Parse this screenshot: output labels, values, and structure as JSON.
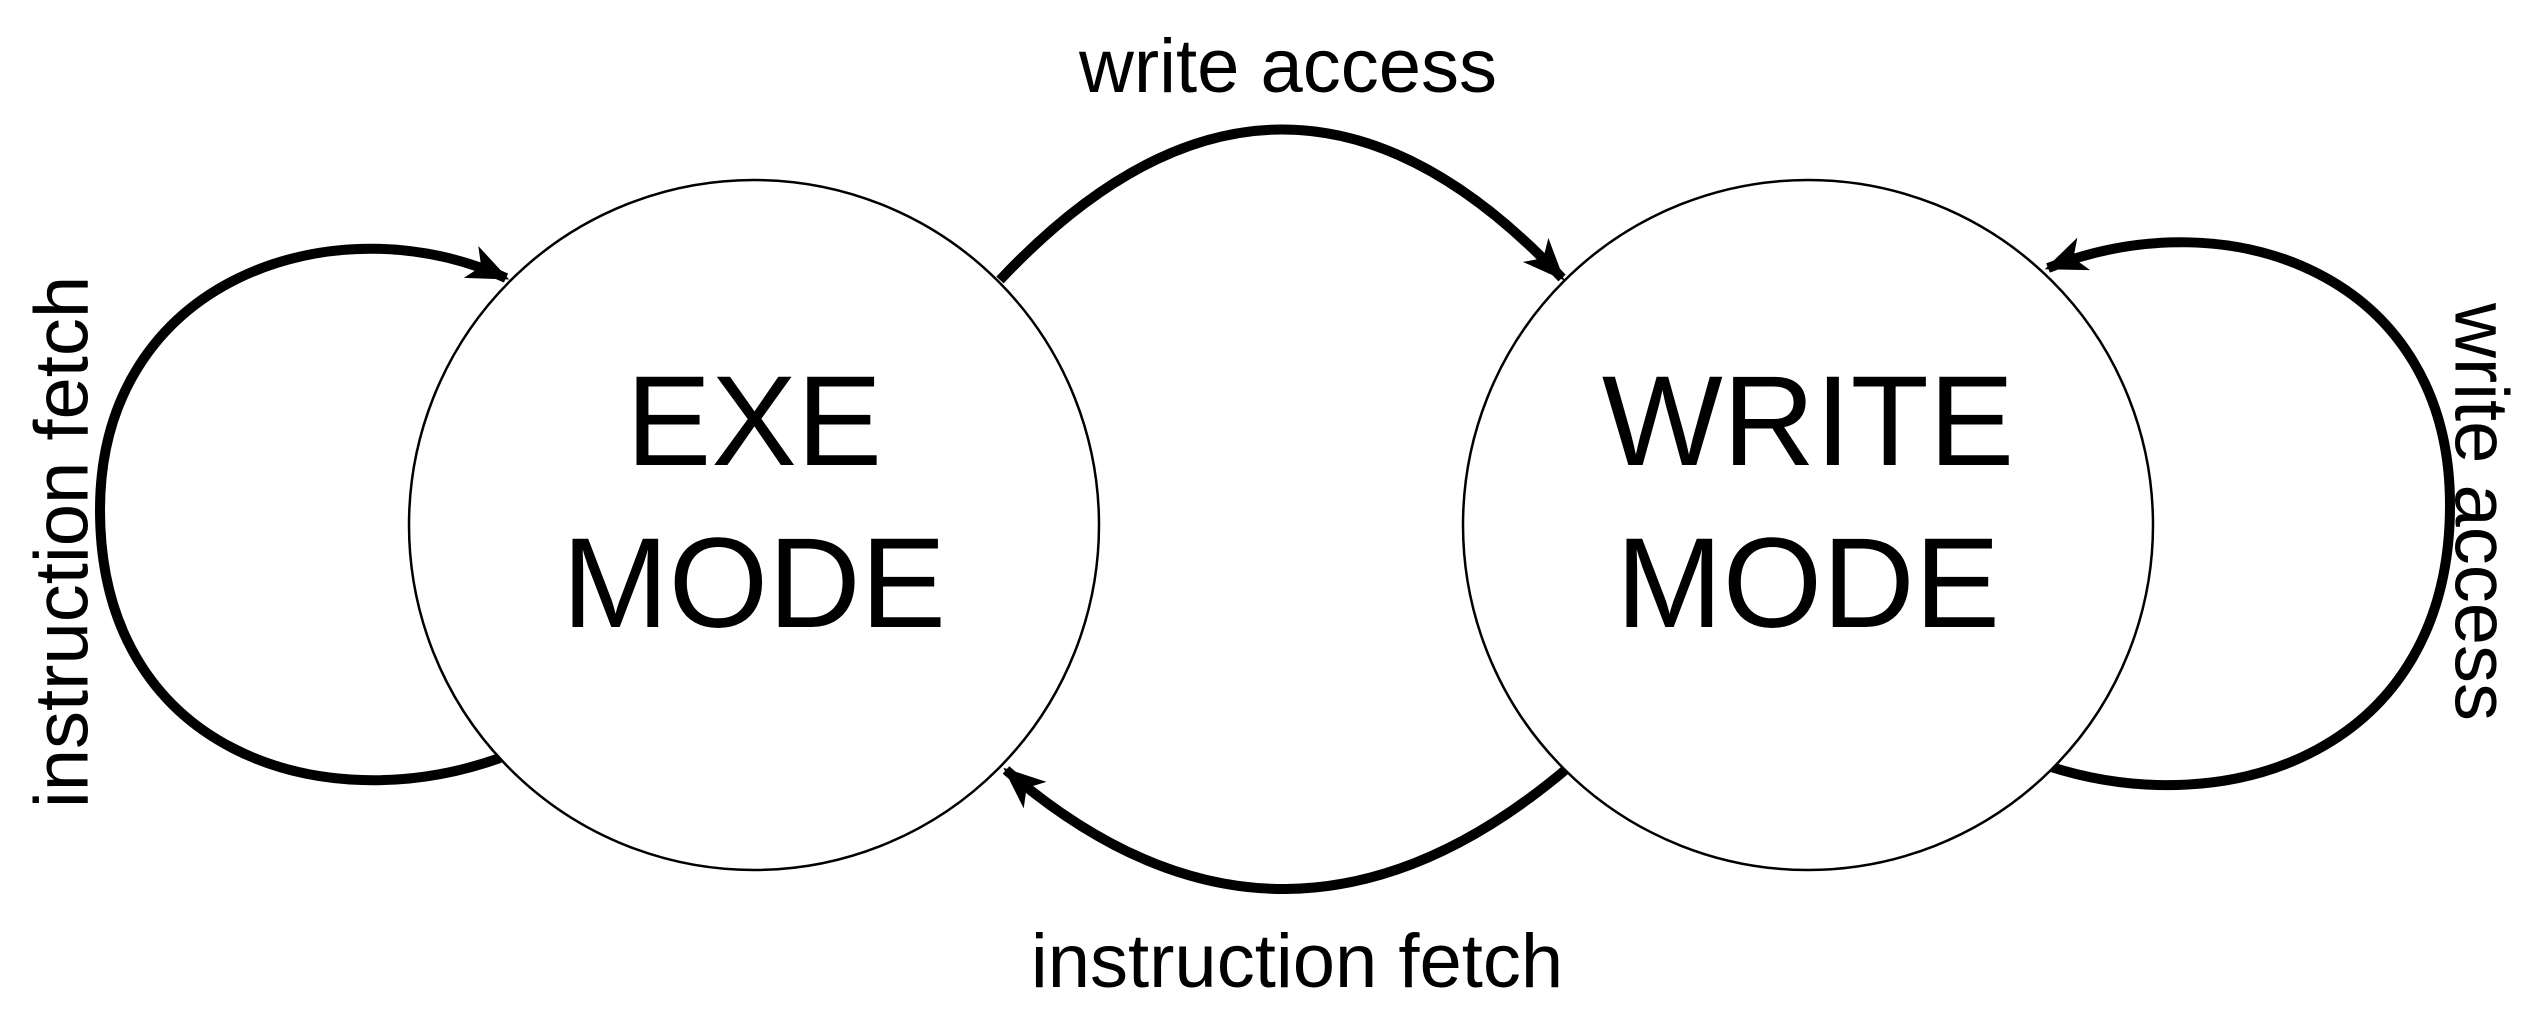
{
  "diagram": {
    "type": "state-machine",
    "background_color": "#ffffff",
    "line_color": "#000000",
    "states": [
      {
        "id": "exe-mode",
        "label_line1": "EXE",
        "label_line2": "MODE"
      },
      {
        "id": "write-mode",
        "label_line1": "WRITE",
        "label_line2": "MODE"
      }
    ],
    "transitions": [
      {
        "from": "exe-mode",
        "to": "write-mode",
        "label": "write access",
        "path_position": "top-arc"
      },
      {
        "from": "write-mode",
        "to": "exe-mode",
        "label": "instruction fetch",
        "path_position": "bottom-arc"
      },
      {
        "from": "exe-mode",
        "to": "exe-mode",
        "label": "instruction fetch",
        "path_position": "left-self-loop"
      },
      {
        "from": "write-mode",
        "to": "write-mode",
        "label": "write access",
        "path_position": "right-self-loop"
      }
    ]
  }
}
